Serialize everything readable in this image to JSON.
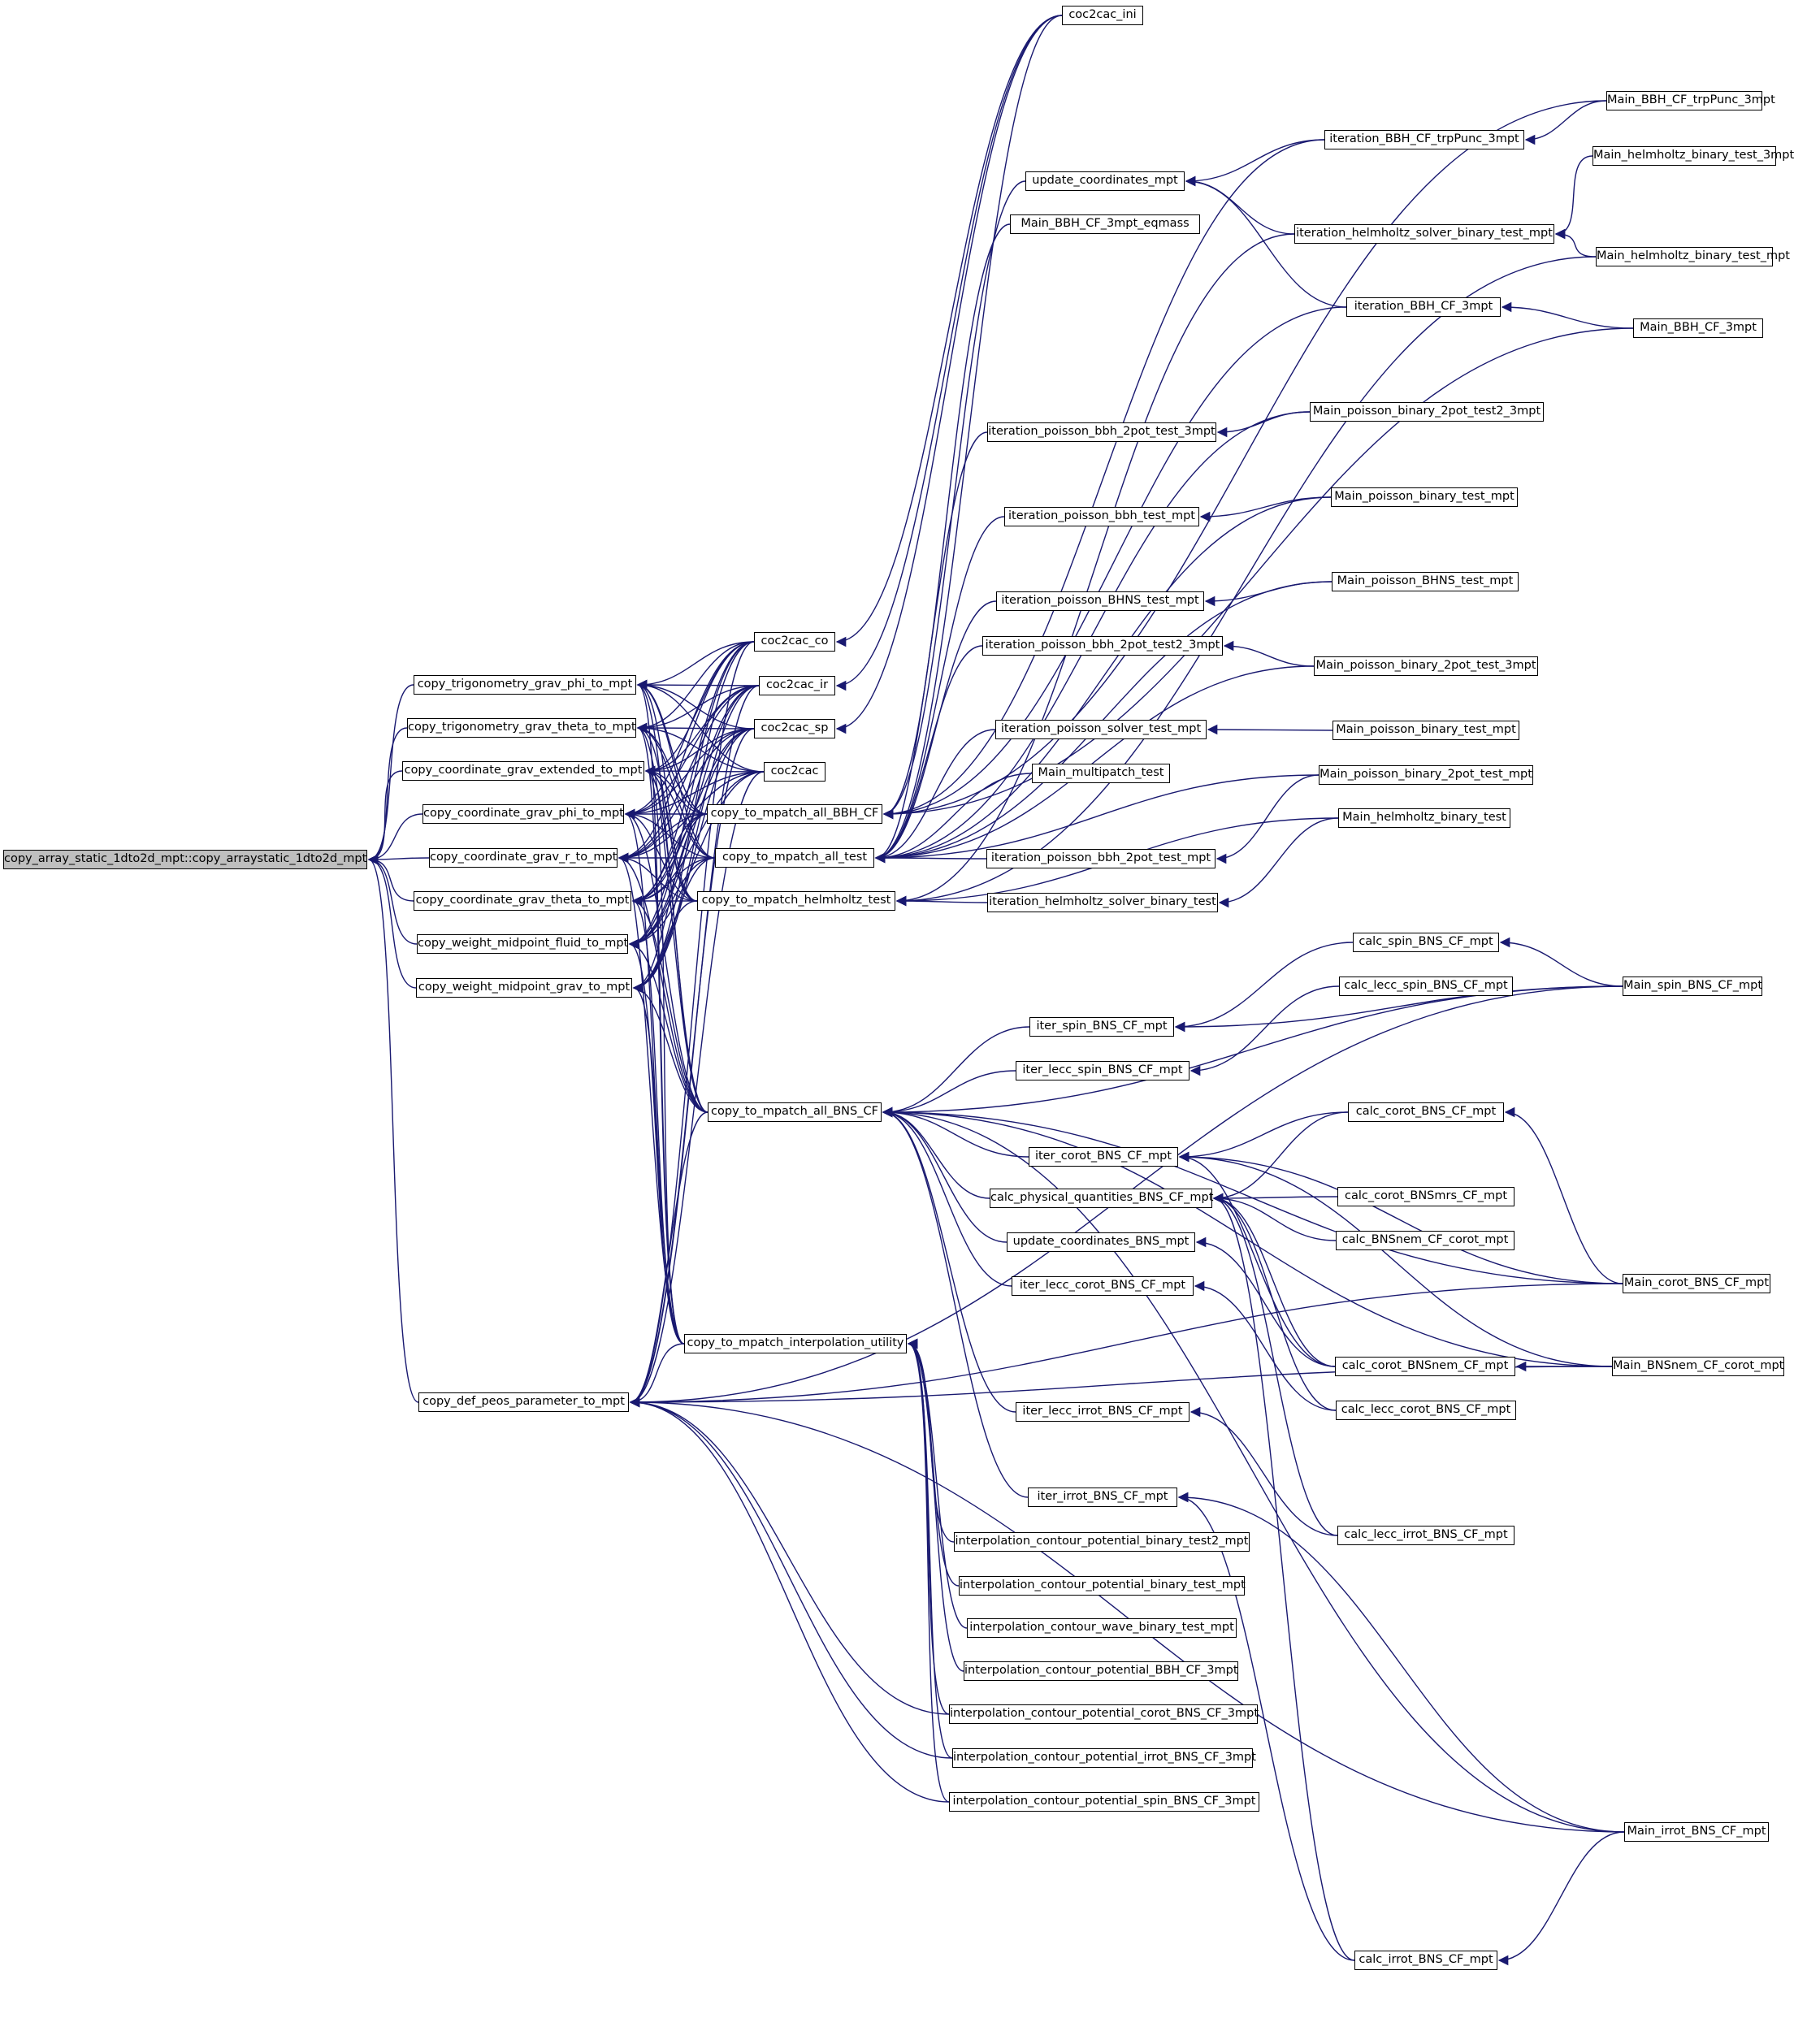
{
  "colors": {
    "edge": "#191970",
    "node_border": "#000000",
    "root_fill": "#bfbfbf",
    "node_fill": "#ffffff"
  },
  "root": "copy_array_static_1dto2d_mpt::copy_arraystatic_1dto2d_mpt",
  "nodes": [
    {
      "id": "n0",
      "label": "copy_array_static_1dto2d_mpt::copy_arraystatic_1dto2d_mpt"
    },
    {
      "id": "n1",
      "label": "copy_trigonometry_grav_phi_to_mpt"
    },
    {
      "id": "n2",
      "label": "copy_trigonometry_grav_theta_to_mpt"
    },
    {
      "id": "n3",
      "label": "copy_coordinate_grav_extended_to_mpt"
    },
    {
      "id": "n4",
      "label": "copy_coordinate_grav_phi_to_mpt"
    },
    {
      "id": "n5",
      "label": "copy_coordinate_grav_r_to_mpt"
    },
    {
      "id": "n6",
      "label": "copy_coordinate_grav_theta_to_mpt"
    },
    {
      "id": "n7",
      "label": "copy_weight_midpoint_fluid_to_mpt"
    },
    {
      "id": "n8",
      "label": "copy_weight_midpoint_grav_to_mpt"
    },
    {
      "id": "n9",
      "label": "copy_def_peos_parameter_to_mpt"
    },
    {
      "id": "n10",
      "label": "coc2cac_co"
    },
    {
      "id": "n11",
      "label": "coc2cac_ir"
    },
    {
      "id": "n12",
      "label": "coc2cac_sp"
    },
    {
      "id": "n13",
      "label": "coc2cac"
    },
    {
      "id": "n14",
      "label": "copy_to_mpatch_all_BBH_CF"
    },
    {
      "id": "n15",
      "label": "copy_to_mpatch_all_test"
    },
    {
      "id": "n16",
      "label": "copy_to_mpatch_helmholtz_test"
    },
    {
      "id": "n17",
      "label": "copy_to_mpatch_all_BNS_CF"
    },
    {
      "id": "n18",
      "label": "copy_to_mpatch_interpolation_utility"
    },
    {
      "id": "n19",
      "label": "coc2cac_ini"
    },
    {
      "id": "n20",
      "label": "update_coordinates_mpt"
    },
    {
      "id": "n21",
      "label": "Main_BBH_CF_3mpt_eqmass"
    },
    {
      "id": "n22",
      "label": "iteration_poisson_bbh_2pot_test_3mpt"
    },
    {
      "id": "n23",
      "label": "iteration_poisson_bbh_test_mpt"
    },
    {
      "id": "n24",
      "label": "iteration_poisson_BHNS_test_mpt"
    },
    {
      "id": "n25",
      "label": "iteration_poisson_bbh_2pot_test2_3mpt"
    },
    {
      "id": "n26",
      "label": "iteration_poisson_solver_test_mpt"
    },
    {
      "id": "n27",
      "label": "Main_multipatch_test"
    },
    {
      "id": "n28",
      "label": "iteration_poisson_bbh_2pot_test_mpt"
    },
    {
      "id": "n29",
      "label": "iteration_helmholtz_solver_binary_test"
    },
    {
      "id": "n30",
      "label": "iter_spin_BNS_CF_mpt"
    },
    {
      "id": "n31",
      "label": "iter_lecc_spin_BNS_CF_mpt"
    },
    {
      "id": "n32",
      "label": "iter_corot_BNS_CF_mpt"
    },
    {
      "id": "n33",
      "label": "calc_physical_quantities_BNS_CF_mpt"
    },
    {
      "id": "n34",
      "label": "update_coordinates_BNS_mpt"
    },
    {
      "id": "n35",
      "label": "iter_lecc_corot_BNS_CF_mpt"
    },
    {
      "id": "n36",
      "label": "iter_lecc_irrot_BNS_CF_mpt"
    },
    {
      "id": "n37",
      "label": "iter_irrot_BNS_CF_mpt"
    },
    {
      "id": "n38",
      "label": "interpolation_contour_potential_binary_test2_mpt"
    },
    {
      "id": "n39",
      "label": "interpolation_contour_potential_binary_test_mpt"
    },
    {
      "id": "n40",
      "label": "interpolation_contour_wave_binary_test_mpt"
    },
    {
      "id": "n41",
      "label": "interpolation_contour_potential_BBH_CF_3mpt"
    },
    {
      "id": "n42",
      "label": "interpolation_contour_potential_corot_BNS_CF_3mpt"
    },
    {
      "id": "n43",
      "label": "interpolation_contour_potential_irrot_BNS_CF_3mpt"
    },
    {
      "id": "n44",
      "label": "interpolation_contour_potential_spin_BNS_CF_3mpt"
    },
    {
      "id": "n45",
      "label": "iteration_BBH_CF_trpPunc_3mpt"
    },
    {
      "id": "n46",
      "label": "iteration_helmholtz_solver_binary_test_mpt"
    },
    {
      "id": "n47",
      "label": "iteration_BBH_CF_3mpt"
    },
    {
      "id": "n48",
      "label": "Main_poisson_binary_2pot_test2_3mpt"
    },
    {
      "id": "n49",
      "label": "Main_poisson_binary_test_mpt"
    },
    {
      "id": "n50",
      "label": "Main_poisson_BHNS_test_mpt"
    },
    {
      "id": "n51",
      "label": "Main_poisson_binary_2pot_test_3mpt"
    },
    {
      "id": "n52",
      "label": "Main_poisson_binary_test_mpt"
    },
    {
      "id": "n53",
      "label": "Main_poisson_binary_2pot_test_mpt"
    },
    {
      "id": "n54",
      "label": "Main_helmholtz_binary_test"
    },
    {
      "id": "n55",
      "label": "calc_spin_BNS_CF_mpt"
    },
    {
      "id": "n56",
      "label": "calc_lecc_spin_BNS_CF_mpt"
    },
    {
      "id": "n57",
      "label": "calc_corot_BNS_CF_mpt"
    },
    {
      "id": "n58",
      "label": "calc_corot_BNSmrs_CF_mpt"
    },
    {
      "id": "n59",
      "label": "calc_BNSnem_CF_corot_mpt"
    },
    {
      "id": "n60",
      "label": "calc_corot_BNSnem_CF_mpt"
    },
    {
      "id": "n61",
      "label": "calc_lecc_corot_BNS_CF_mpt"
    },
    {
      "id": "n62",
      "label": "calc_lecc_irrot_BNS_CF_mpt"
    },
    {
      "id": "n63",
      "label": "calc_irrot_BNS_CF_mpt"
    },
    {
      "id": "n64",
      "label": "Main_BBH_CF_trpPunc_3mpt"
    },
    {
      "id": "n65",
      "label": "Main_helmholtz_binary_test_3mpt"
    },
    {
      "id": "n66",
      "label": "Main_helmholtz_binary_test_mpt"
    },
    {
      "id": "n67",
      "label": "Main_BBH_CF_3mpt"
    },
    {
      "id": "n68",
      "label": "Main_spin_BNS_CF_mpt"
    },
    {
      "id": "n69",
      "label": "Main_corot_BNS_CF_mpt"
    },
    {
      "id": "n70",
      "label": "Main_BNSnem_CF_corot_mpt"
    },
    {
      "id": "n71",
      "label": "Main_irrot_BNS_CF_mpt"
    }
  ],
  "edges": [
    [
      "n0",
      "n1"
    ],
    [
      "n0",
      "n2"
    ],
    [
      "n0",
      "n3"
    ],
    [
      "n0",
      "n4"
    ],
    [
      "n0",
      "n5"
    ],
    [
      "n0",
      "n6"
    ],
    [
      "n0",
      "n7"
    ],
    [
      "n0",
      "n8"
    ],
    [
      "n0",
      "n9"
    ],
    [
      "n1",
      "n10"
    ],
    [
      "n1",
      "n11"
    ],
    [
      "n1",
      "n12"
    ],
    [
      "n1",
      "n13"
    ],
    [
      "n1",
      "n14"
    ],
    [
      "n1",
      "n15"
    ],
    [
      "n1",
      "n16"
    ],
    [
      "n1",
      "n17"
    ],
    [
      "n1",
      "n18"
    ],
    [
      "n2",
      "n10"
    ],
    [
      "n2",
      "n11"
    ],
    [
      "n2",
      "n12"
    ],
    [
      "n2",
      "n13"
    ],
    [
      "n2",
      "n14"
    ],
    [
      "n2",
      "n15"
    ],
    [
      "n2",
      "n16"
    ],
    [
      "n2",
      "n17"
    ],
    [
      "n2",
      "n18"
    ],
    [
      "n3",
      "n10"
    ],
    [
      "n3",
      "n11"
    ],
    [
      "n3",
      "n12"
    ],
    [
      "n3",
      "n13"
    ],
    [
      "n3",
      "n14"
    ],
    [
      "n3",
      "n15"
    ],
    [
      "n3",
      "n16"
    ],
    [
      "n3",
      "n17"
    ],
    [
      "n3",
      "n18"
    ],
    [
      "n4",
      "n10"
    ],
    [
      "n4",
      "n11"
    ],
    [
      "n4",
      "n12"
    ],
    [
      "n4",
      "n13"
    ],
    [
      "n4",
      "n14"
    ],
    [
      "n4",
      "n15"
    ],
    [
      "n4",
      "n16"
    ],
    [
      "n4",
      "n17"
    ],
    [
      "n4",
      "n18"
    ],
    [
      "n5",
      "n10"
    ],
    [
      "n5",
      "n11"
    ],
    [
      "n5",
      "n12"
    ],
    [
      "n5",
      "n13"
    ],
    [
      "n5",
      "n14"
    ],
    [
      "n5",
      "n15"
    ],
    [
      "n5",
      "n16"
    ],
    [
      "n5",
      "n17"
    ],
    [
      "n5",
      "n18"
    ],
    [
      "n6",
      "n10"
    ],
    [
      "n6",
      "n11"
    ],
    [
      "n6",
      "n12"
    ],
    [
      "n6",
      "n13"
    ],
    [
      "n6",
      "n14"
    ],
    [
      "n6",
      "n15"
    ],
    [
      "n6",
      "n16"
    ],
    [
      "n6",
      "n17"
    ],
    [
      "n6",
      "n18"
    ],
    [
      "n7",
      "n10"
    ],
    [
      "n7",
      "n11"
    ],
    [
      "n7",
      "n12"
    ],
    [
      "n7",
      "n13"
    ],
    [
      "n7",
      "n14"
    ],
    [
      "n7",
      "n15"
    ],
    [
      "n7",
      "n17"
    ],
    [
      "n7",
      "n18"
    ],
    [
      "n8",
      "n10"
    ],
    [
      "n8",
      "n11"
    ],
    [
      "n8",
      "n12"
    ],
    [
      "n8",
      "n14"
    ],
    [
      "n8",
      "n15"
    ],
    [
      "n8",
      "n16"
    ],
    [
      "n8",
      "n17"
    ],
    [
      "n8",
      "n18"
    ],
    [
      "n9",
      "n10"
    ],
    [
      "n9",
      "n11"
    ],
    [
      "n9",
      "n12"
    ],
    [
      "n9",
      "n13"
    ],
    [
      "n9",
      "n17"
    ],
    [
      "n9",
      "n18"
    ],
    [
      "n9",
      "n42"
    ],
    [
      "n9",
      "n43"
    ],
    [
      "n9",
      "n44"
    ],
    [
      "n9",
      "n68"
    ],
    [
      "n9",
      "n69"
    ],
    [
      "n9",
      "n70"
    ],
    [
      "n9",
      "n71"
    ],
    [
      "n10",
      "n19"
    ],
    [
      "n11",
      "n19"
    ],
    [
      "n12",
      "n19"
    ],
    [
      "n14",
      "n20"
    ],
    [
      "n14",
      "n21"
    ],
    [
      "n14",
      "n45"
    ],
    [
      "n14",
      "n47"
    ],
    [
      "n14",
      "n67"
    ],
    [
      "n14",
      "n64"
    ],
    [
      "n15",
      "n22"
    ],
    [
      "n15",
      "n23"
    ],
    [
      "n15",
      "n24"
    ],
    [
      "n15",
      "n25"
    ],
    [
      "n15",
      "n26"
    ],
    [
      "n15",
      "n27"
    ],
    [
      "n15",
      "n28"
    ],
    [
      "n15",
      "n48"
    ],
    [
      "n15",
      "n49"
    ],
    [
      "n15",
      "n50"
    ],
    [
      "n15",
      "n51"
    ],
    [
      "n15",
      "n53"
    ],
    [
      "n15",
      "n19"
    ],
    [
      "n16",
      "n29"
    ],
    [
      "n16",
      "n46"
    ],
    [
      "n16",
      "n54"
    ],
    [
      "n16",
      "n66"
    ],
    [
      "n17",
      "n30"
    ],
    [
      "n17",
      "n31"
    ],
    [
      "n17",
      "n32"
    ],
    [
      "n17",
      "n33"
    ],
    [
      "n17",
      "n34"
    ],
    [
      "n17",
      "n35"
    ],
    [
      "n17",
      "n36"
    ],
    [
      "n17",
      "n37"
    ],
    [
      "n17",
      "n68"
    ],
    [
      "n17",
      "n69"
    ],
    [
      "n17",
      "n70"
    ],
    [
      "n17",
      "n71"
    ],
    [
      "n18",
      "n38"
    ],
    [
      "n18",
      "n39"
    ],
    [
      "n18",
      "n40"
    ],
    [
      "n18",
      "n41"
    ],
    [
      "n18",
      "n42"
    ],
    [
      "n18",
      "n43"
    ],
    [
      "n18",
      "n44"
    ],
    [
      "n20",
      "n45"
    ],
    [
      "n20",
      "n46"
    ],
    [
      "n20",
      "n47"
    ],
    [
      "n22",
      "n48"
    ],
    [
      "n23",
      "n49"
    ],
    [
      "n24",
      "n50"
    ],
    [
      "n25",
      "n51"
    ],
    [
      "n26",
      "n52"
    ],
    [
      "n28",
      "n53"
    ],
    [
      "n29",
      "n54"
    ],
    [
      "n30",
      "n55"
    ],
    [
      "n30",
      "n68"
    ],
    [
      "n31",
      "n56"
    ],
    [
      "n32",
      "n57"
    ],
    [
      "n32",
      "n60"
    ],
    [
      "n32",
      "n69"
    ],
    [
      "n32",
      "n70"
    ],
    [
      "n33",
      "n57"
    ],
    [
      "n33",
      "n58"
    ],
    [
      "n33",
      "n59"
    ],
    [
      "n33",
      "n60"
    ],
    [
      "n33",
      "n61"
    ],
    [
      "n33",
      "n62"
    ],
    [
      "n33",
      "n63"
    ],
    [
      "n34",
      "n60"
    ],
    [
      "n35",
      "n61"
    ],
    [
      "n36",
      "n62"
    ],
    [
      "n37",
      "n63"
    ],
    [
      "n37",
      "n71"
    ],
    [
      "n45",
      "n64"
    ],
    [
      "n46",
      "n65"
    ],
    [
      "n46",
      "n66"
    ],
    [
      "n47",
      "n67"
    ],
    [
      "n55",
      "n68"
    ],
    [
      "n57",
      "n69"
    ],
    [
      "n60",
      "n70"
    ],
    [
      "n63",
      "n71"
    ]
  ]
}
